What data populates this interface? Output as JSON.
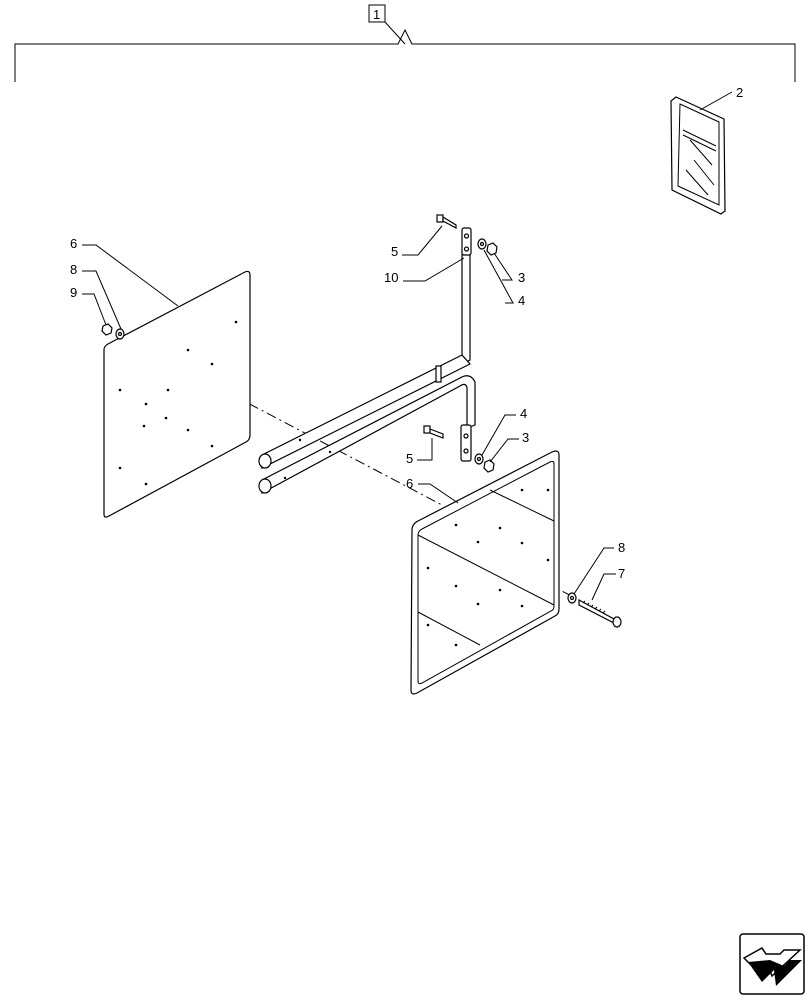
{
  "assembly_callout": "1",
  "callouts": [
    {
      "key": "doc",
      "text": "2"
    },
    {
      "key": "nut_upper",
      "text": "3"
    },
    {
      "key": "washer_upper",
      "text": "4"
    },
    {
      "key": "bolt_upper",
      "text": "5"
    },
    {
      "key": "bracket",
      "text": "10"
    },
    {
      "key": "panel_left",
      "text": "6"
    },
    {
      "key": "washer_left",
      "text": "8"
    },
    {
      "key": "nut_left",
      "text": "9"
    },
    {
      "key": "washer_lower",
      "text": "4"
    },
    {
      "key": "nut_lower",
      "text": "3"
    },
    {
      "key": "bolt_lower",
      "text": "5"
    },
    {
      "key": "panel_right",
      "text": "6"
    },
    {
      "key": "washer_right",
      "text": "8"
    },
    {
      "key": "screw_right",
      "text": "7"
    }
  ],
  "icons": {
    "doc": "manual-booklet-icon",
    "nav": "next-page-arrow-icon"
  }
}
